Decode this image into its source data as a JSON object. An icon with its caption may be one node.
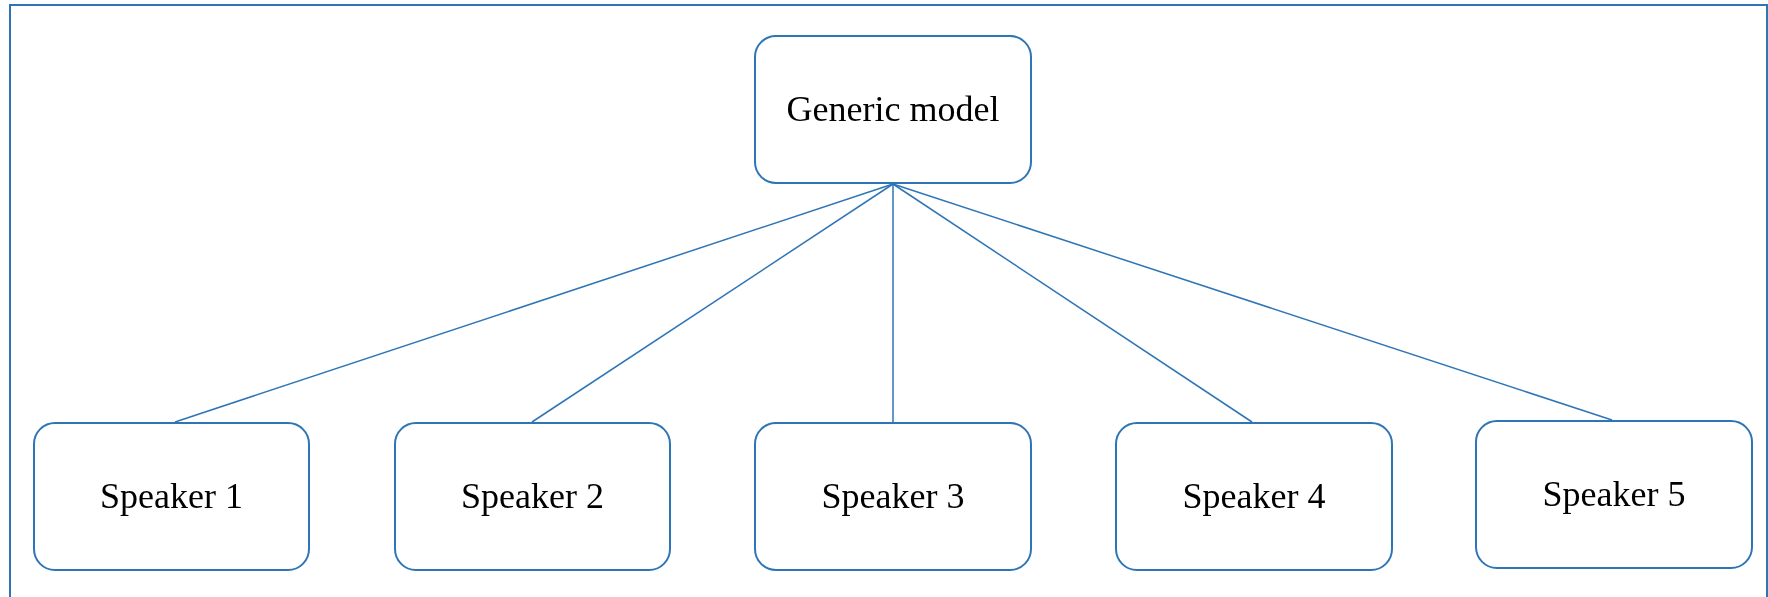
{
  "diagram": {
    "nodes": [
      {
        "text": [
          "Generic model"
        ]
      },
      {
        "text": [
          "Speaker 1"
        ]
      },
      {
        "text": [
          "Speaker 2"
        ]
      },
      {
        "text": [
          "Speaker 3"
        ]
      },
      {
        "text": [
          "Speaker 4"
        ]
      },
      {
        "text": [
          "Speaker 5"
        ]
      }
    ],
    "edges": [
      {
        "from": 0,
        "to": 1,
        "arrow": "none"
      },
      {
        "from": 0,
        "to": 2,
        "arrow": "none"
      },
      {
        "from": 0,
        "to": 3,
        "arrow": "none"
      },
      {
        "from": 0,
        "to": 4,
        "arrow": "none"
      },
      {
        "from": 0,
        "to": 5,
        "arrow": "none"
      }
    ]
  }
}
